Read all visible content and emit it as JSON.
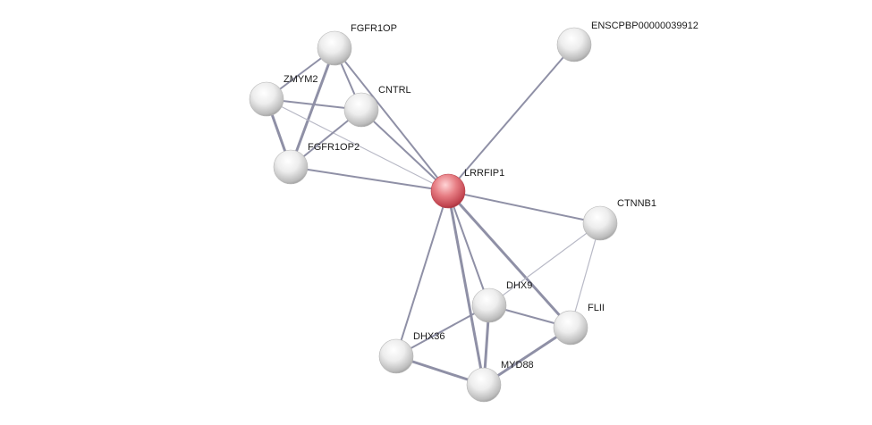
{
  "network": {
    "nodes": [
      {
        "id": "LRRFIP1",
        "label": "LRRFIP1",
        "query": true
      },
      {
        "id": "FGFR1OP",
        "label": "FGFR1OP",
        "query": false
      },
      {
        "id": "ZMYM2",
        "label": "ZMYM2",
        "query": false
      },
      {
        "id": "CNTRL",
        "label": "CNTRL",
        "query": false
      },
      {
        "id": "FGFR1OP2",
        "label": "FGFR1OP2",
        "query": false
      },
      {
        "id": "ENSCPBP00000039912",
        "label": "ENSCPBP00000039912",
        "query": false
      },
      {
        "id": "CTNNB1",
        "label": "CTNNB1",
        "query": false
      },
      {
        "id": "DHX9",
        "label": "DHX9",
        "query": false
      },
      {
        "id": "FLII",
        "label": "FLII",
        "query": false
      },
      {
        "id": "DHX36",
        "label": "DHX36",
        "query": false
      },
      {
        "id": "MYD88",
        "label": "MYD88",
        "query": false
      }
    ],
    "edges": [
      {
        "source": "FGFR1OP",
        "target": "ZMYM2",
        "strength": "medium"
      },
      {
        "source": "FGFR1OP",
        "target": "CNTRL",
        "strength": "medium"
      },
      {
        "source": "FGFR1OP",
        "target": "FGFR1OP2",
        "strength": "strong"
      },
      {
        "source": "FGFR1OP",
        "target": "LRRFIP1",
        "strength": "medium"
      },
      {
        "source": "ZMYM2",
        "target": "CNTRL",
        "strength": "medium"
      },
      {
        "source": "ZMYM2",
        "target": "FGFR1OP2",
        "strength": "strong"
      },
      {
        "source": "ZMYM2",
        "target": "LRRFIP1",
        "strength": "weak"
      },
      {
        "source": "CNTRL",
        "target": "FGFR1OP2",
        "strength": "medium"
      },
      {
        "source": "CNTRL",
        "target": "LRRFIP1",
        "strength": "medium"
      },
      {
        "source": "FGFR1OP2",
        "target": "LRRFIP1",
        "strength": "medium"
      },
      {
        "source": "ENSCPBP00000039912",
        "target": "LRRFIP1",
        "strength": "medium"
      },
      {
        "source": "LRRFIP1",
        "target": "CTNNB1",
        "strength": "medium"
      },
      {
        "source": "LRRFIP1",
        "target": "DHX9",
        "strength": "medium"
      },
      {
        "source": "LRRFIP1",
        "target": "FLII",
        "strength": "strong"
      },
      {
        "source": "LRRFIP1",
        "target": "DHX36",
        "strength": "medium"
      },
      {
        "source": "LRRFIP1",
        "target": "MYD88",
        "strength": "strong"
      },
      {
        "source": "CTNNB1",
        "target": "DHX9",
        "strength": "weak"
      },
      {
        "source": "CTNNB1",
        "target": "FLII",
        "strength": "weak"
      },
      {
        "source": "DHX9",
        "target": "FLII",
        "strength": "medium"
      },
      {
        "source": "DHX9",
        "target": "DHX36",
        "strength": "medium"
      },
      {
        "source": "DHX9",
        "target": "MYD88",
        "strength": "strong"
      },
      {
        "source": "FLII",
        "target": "MYD88",
        "strength": "strong"
      },
      {
        "source": "DHX36",
        "target": "MYD88",
        "strength": "strong"
      }
    ]
  },
  "colors": {
    "query_node": "#e0606a",
    "other_node": "#e6e6e6",
    "edge": "#8f90a6",
    "edge_weak": "#b8b9c6",
    "label": "#1a1a1a"
  }
}
